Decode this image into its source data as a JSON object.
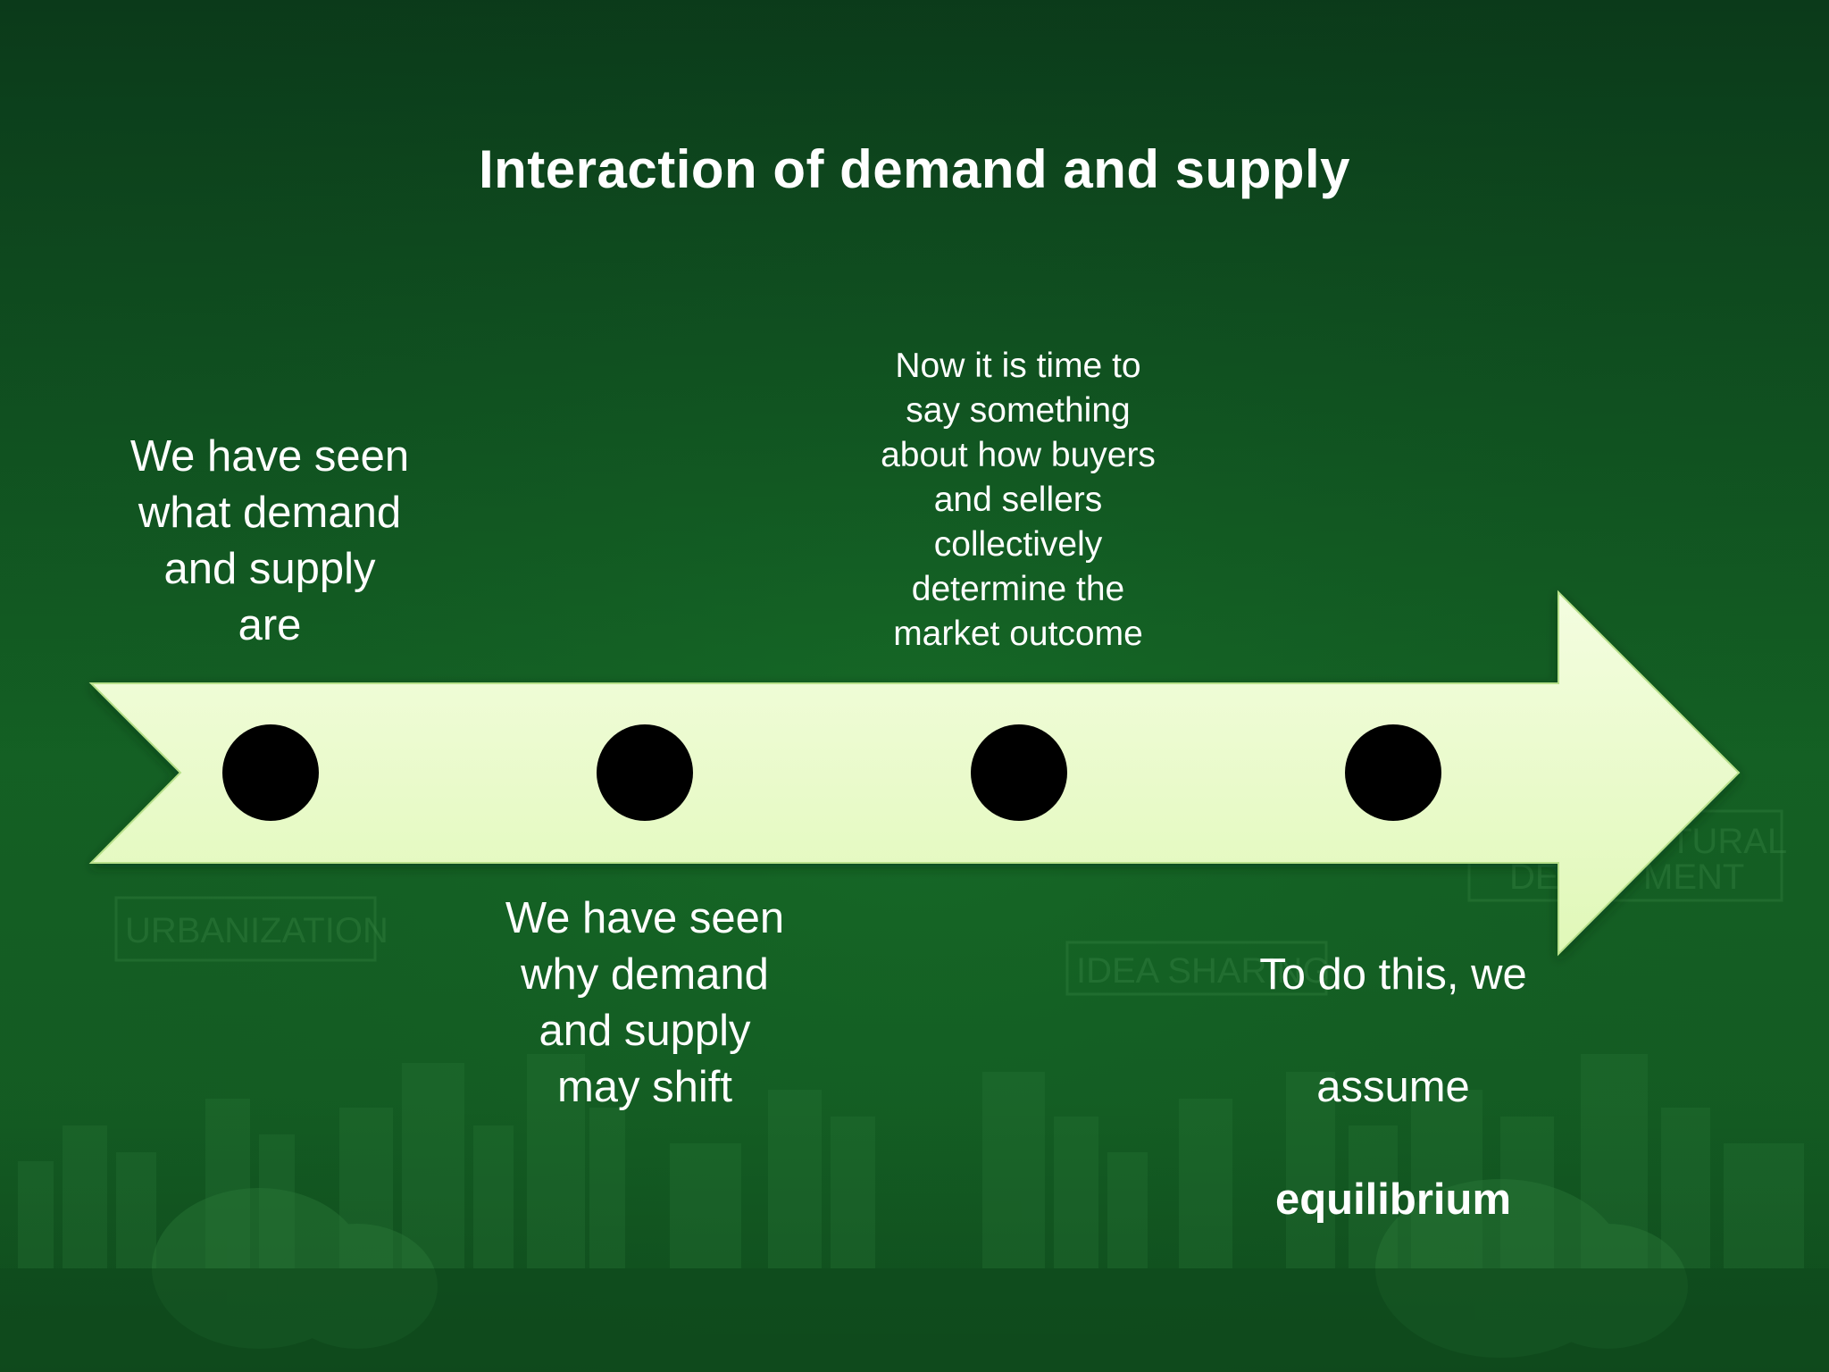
{
  "slide": {
    "title": "Interaction of demand and supply",
    "background": {
      "gradient_top": "#0b3a1a",
      "gradient_bottom": "#0f4a1c",
      "watermark_signs": [
        "URBANIZATION",
        "IDEA SHARING",
        "DE",
        "TURAL",
        "MENT"
      ]
    },
    "arrow_color": "#eefcd0",
    "marker_color": "#000000",
    "milestones": [
      {
        "position": "above",
        "text": "We have seen\nwhat demand\nand supply\nare"
      },
      {
        "position": "below",
        "text": "We have seen\nwhy demand\nand supply\nmay shift"
      },
      {
        "position": "above",
        "text": "Now it is time to\nsay something\nabout how buyers\nand sellers\ncollectively\ndetermine the\nmarket outcome"
      },
      {
        "position": "below",
        "text_lines": [
          "To do this, we",
          "assume"
        ],
        "emphasis": "equilibrium"
      }
    ]
  }
}
